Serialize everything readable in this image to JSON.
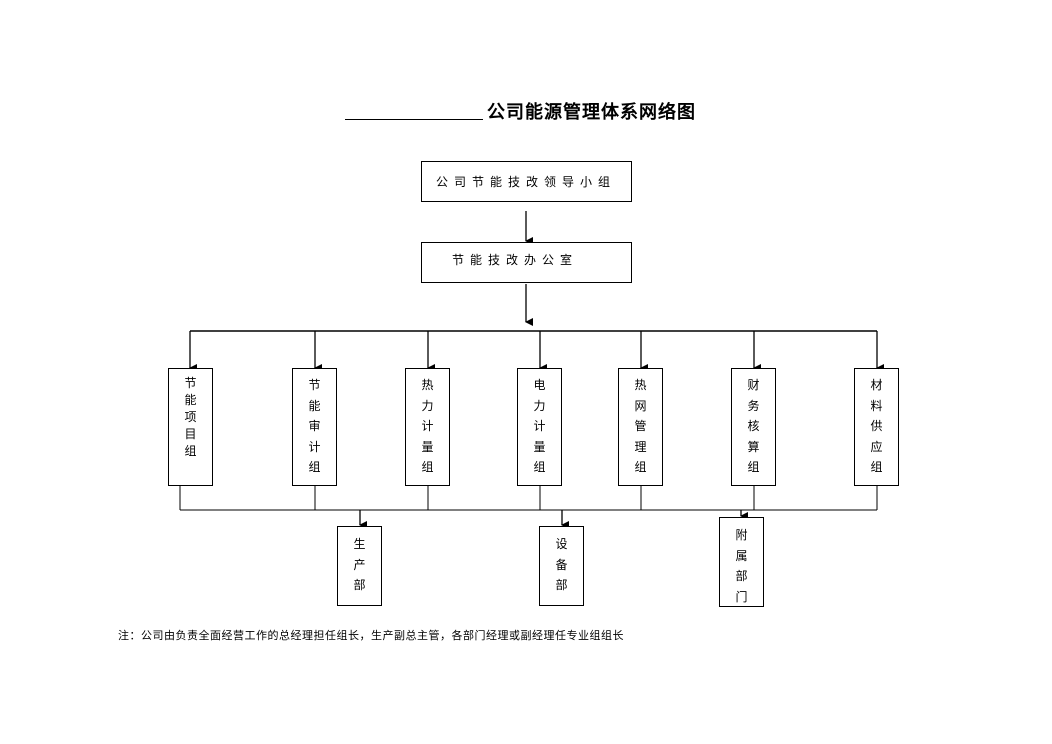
{
  "title": "公司能源管理体系网络图",
  "leadership": "公司节能技改领导小组",
  "office": "节能技改办公室",
  "groups": [
    "节能项目组",
    "节能审计组",
    "热力计量组",
    "电力计量组",
    "热网管理组",
    "财务核算组",
    "材料供应组"
  ],
  "lower_units": [
    "生产部",
    "设备部",
    "附属部门"
  ],
  "note": "注：公司由负责全面经营工作的总经理担任组长，生产副总主管，各部门经理或副经理任专业组组长"
}
